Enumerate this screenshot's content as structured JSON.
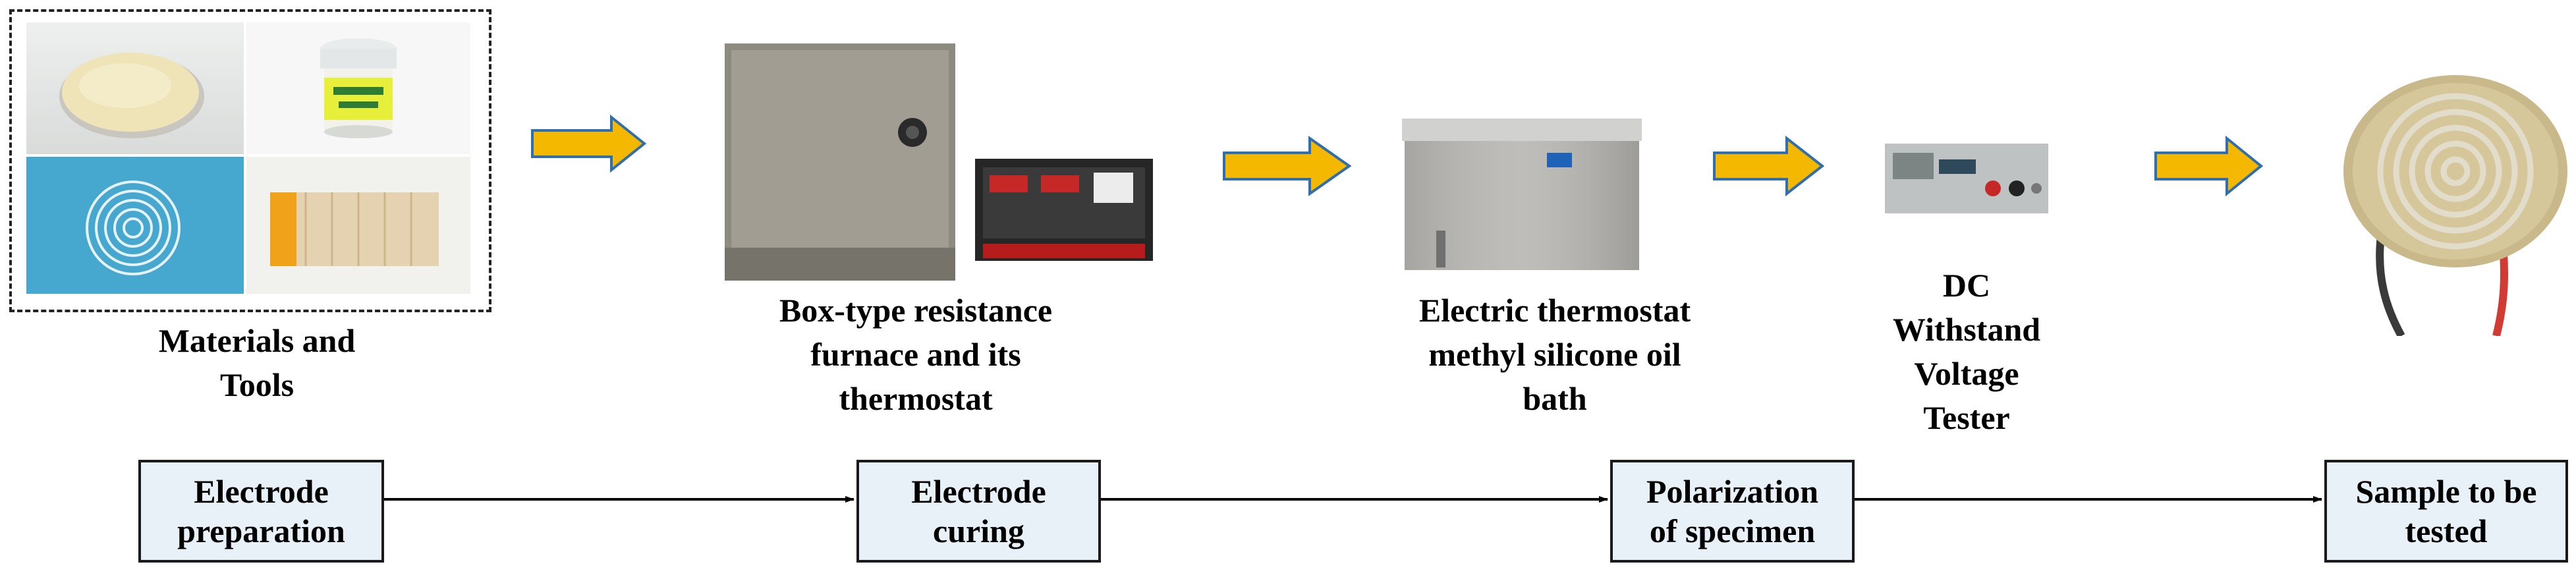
{
  "colors": {
    "arrow_fill": "#f5b800",
    "arrow_stroke": "#2f6fb0",
    "step_box_fill": "#e8f0f8",
    "step_box_border": "#1a1a1a"
  },
  "photo_captions": [
    {
      "id": "materials",
      "text": "Materials and\nTools"
    },
    {
      "id": "furnace",
      "text": "Box-type resistance\nfurnace and its\nthermostat"
    },
    {
      "id": "oil_bath",
      "text": "Electric thermostat\nmethyl silicone oil\nbath"
    },
    {
      "id": "tester",
      "text": "DC\nWithstand\nVoltage\nTester"
    }
  ],
  "process_steps": [
    {
      "id": "step1",
      "text": "Electrode\npreparation"
    },
    {
      "id": "step2",
      "text": "Electrode\ncuring"
    },
    {
      "id": "step3",
      "text": "Polarization\nof specimen"
    },
    {
      "id": "step4",
      "text": "Sample to be\ntested"
    }
  ],
  "icons": [
    "block-arrow-icon",
    "line-arrow-icon"
  ]
}
